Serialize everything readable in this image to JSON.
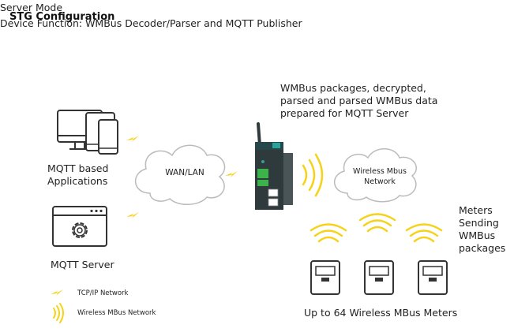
{
  "header": {
    "title": "STG Configuration",
    "bullets": [
      "Server Mode",
      "Device Function: WMBus Decoder/Parser and MQTT Publisher"
    ]
  },
  "diagram": {
    "gateway_note_lines": [
      "WMBus packages, decrypted,",
      "parsed and parsed WMBus data",
      "prepared for MQTT Server"
    ],
    "mqtt_apps_label_lines": [
      "MQTT based",
      "Applications"
    ],
    "mqtt_server_label": "MQTT Server",
    "wan_cloud_label": "WAN/LAN",
    "wireless_cloud_label_lines": [
      "Wireless Mbus",
      "Network"
    ],
    "meters_note_lines": [
      "Meters",
      "Sending",
      "WMBus",
      "packages"
    ],
    "meters_caption": "Up to 64 Wireless MBus Meters",
    "legend": {
      "tcpip": "TCP/IP Network",
      "wmbus": "Wireless MBus Network"
    },
    "colors": {
      "accent_yellow": "#f6d21a",
      "gateway_body": "#2f3a3c",
      "gateway_panel": "#2aa39a",
      "terminal_green": "#3cb24a",
      "outline": "#333333",
      "cloud_stroke": "#bbbbbb"
    },
    "icons": [
      "computer-icon",
      "tablet-icon",
      "phone-icon",
      "server-window-icon",
      "gear-icon",
      "lightning-icon",
      "wave-icon",
      "meter-icon",
      "gateway-device"
    ]
  }
}
